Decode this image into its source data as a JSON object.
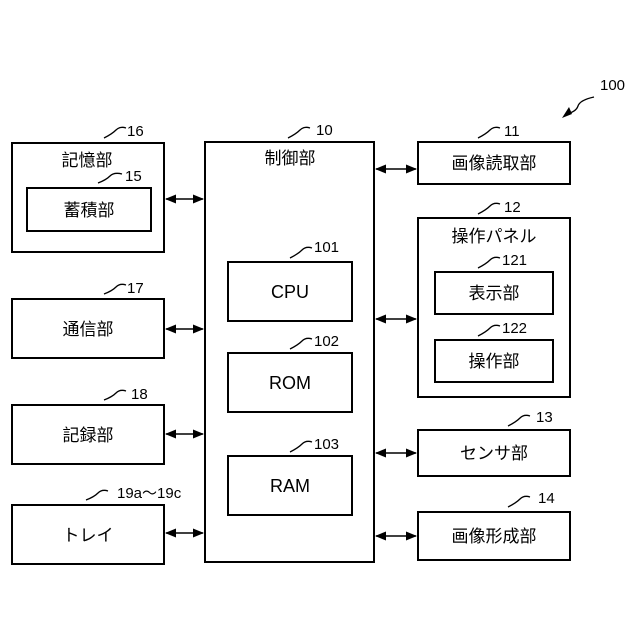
{
  "diagram": {
    "system_ref": "100",
    "blocks": {
      "storage": {
        "label": "記憶部",
        "ref": "16"
      },
      "accumulate": {
        "label": "蓄積部",
        "ref": "15"
      },
      "control": {
        "label": "制御部",
        "ref": "10"
      },
      "cpu": {
        "label": "CPU",
        "ref": "101"
      },
      "rom": {
        "label": "ROM",
        "ref": "102"
      },
      "ram": {
        "label": "RAM",
        "ref": "103"
      },
      "comm": {
        "label": "通信部",
        "ref": "17"
      },
      "record": {
        "label": "記録部",
        "ref": "18"
      },
      "tray": {
        "label": "トレイ",
        "ref": "19a～19c"
      },
      "scanner": {
        "label": "画像読取部",
        "ref": "11"
      },
      "panel": {
        "label": "操作パネル",
        "ref": "12"
      },
      "display": {
        "label": "表示部",
        "ref": "121"
      },
      "operation": {
        "label": "操作部",
        "ref": "122"
      },
      "sensor": {
        "label": "センサ部",
        "ref": "13"
      },
      "imageform": {
        "label": "画像形成部",
        "ref": "14"
      }
    }
  }
}
